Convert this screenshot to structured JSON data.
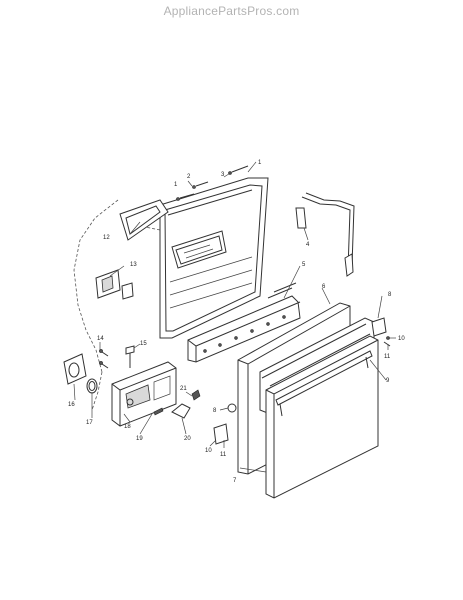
{
  "watermark": "AppliancePartsPros.com",
  "callouts": [
    "1",
    "2",
    "3",
    "4",
    "5",
    "6",
    "7",
    "8",
    "9",
    "10",
    "11",
    "12",
    "13",
    "14",
    "15",
    "16",
    "17",
    "18",
    "19",
    "20",
    "21"
  ]
}
